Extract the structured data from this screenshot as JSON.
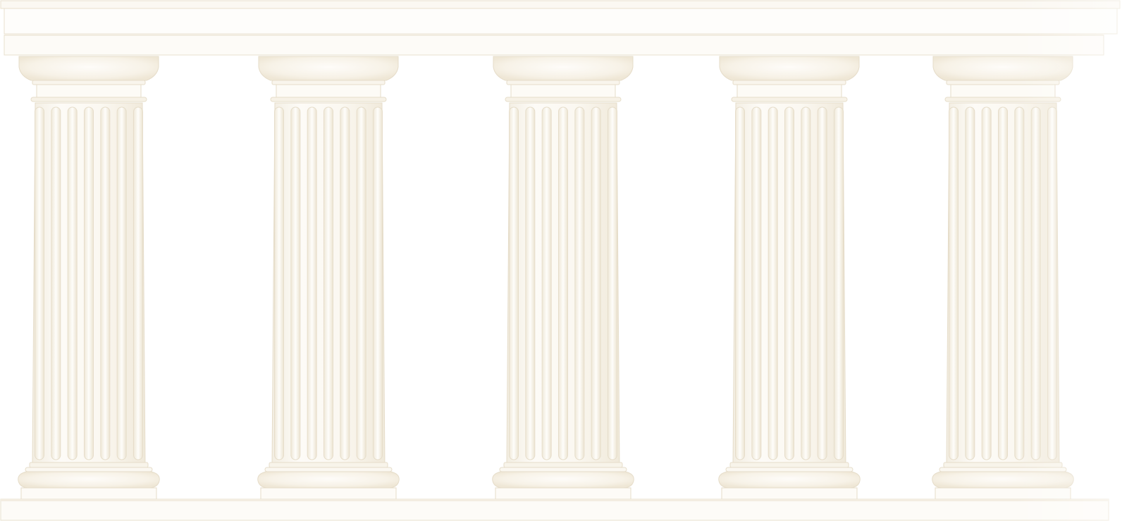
{
  "colors": {
    "background": "#ffffff",
    "marble": "#fbf8f2",
    "marble_light": "#fefcf8",
    "marble_shadow": "#f1ebdd",
    "outline": "#e8e0cf"
  },
  "columns": [
    {
      "id": "column-1"
    },
    {
      "id": "column-2"
    },
    {
      "id": "column-3"
    },
    {
      "id": "column-4"
    },
    {
      "id": "column-5"
    }
  ]
}
